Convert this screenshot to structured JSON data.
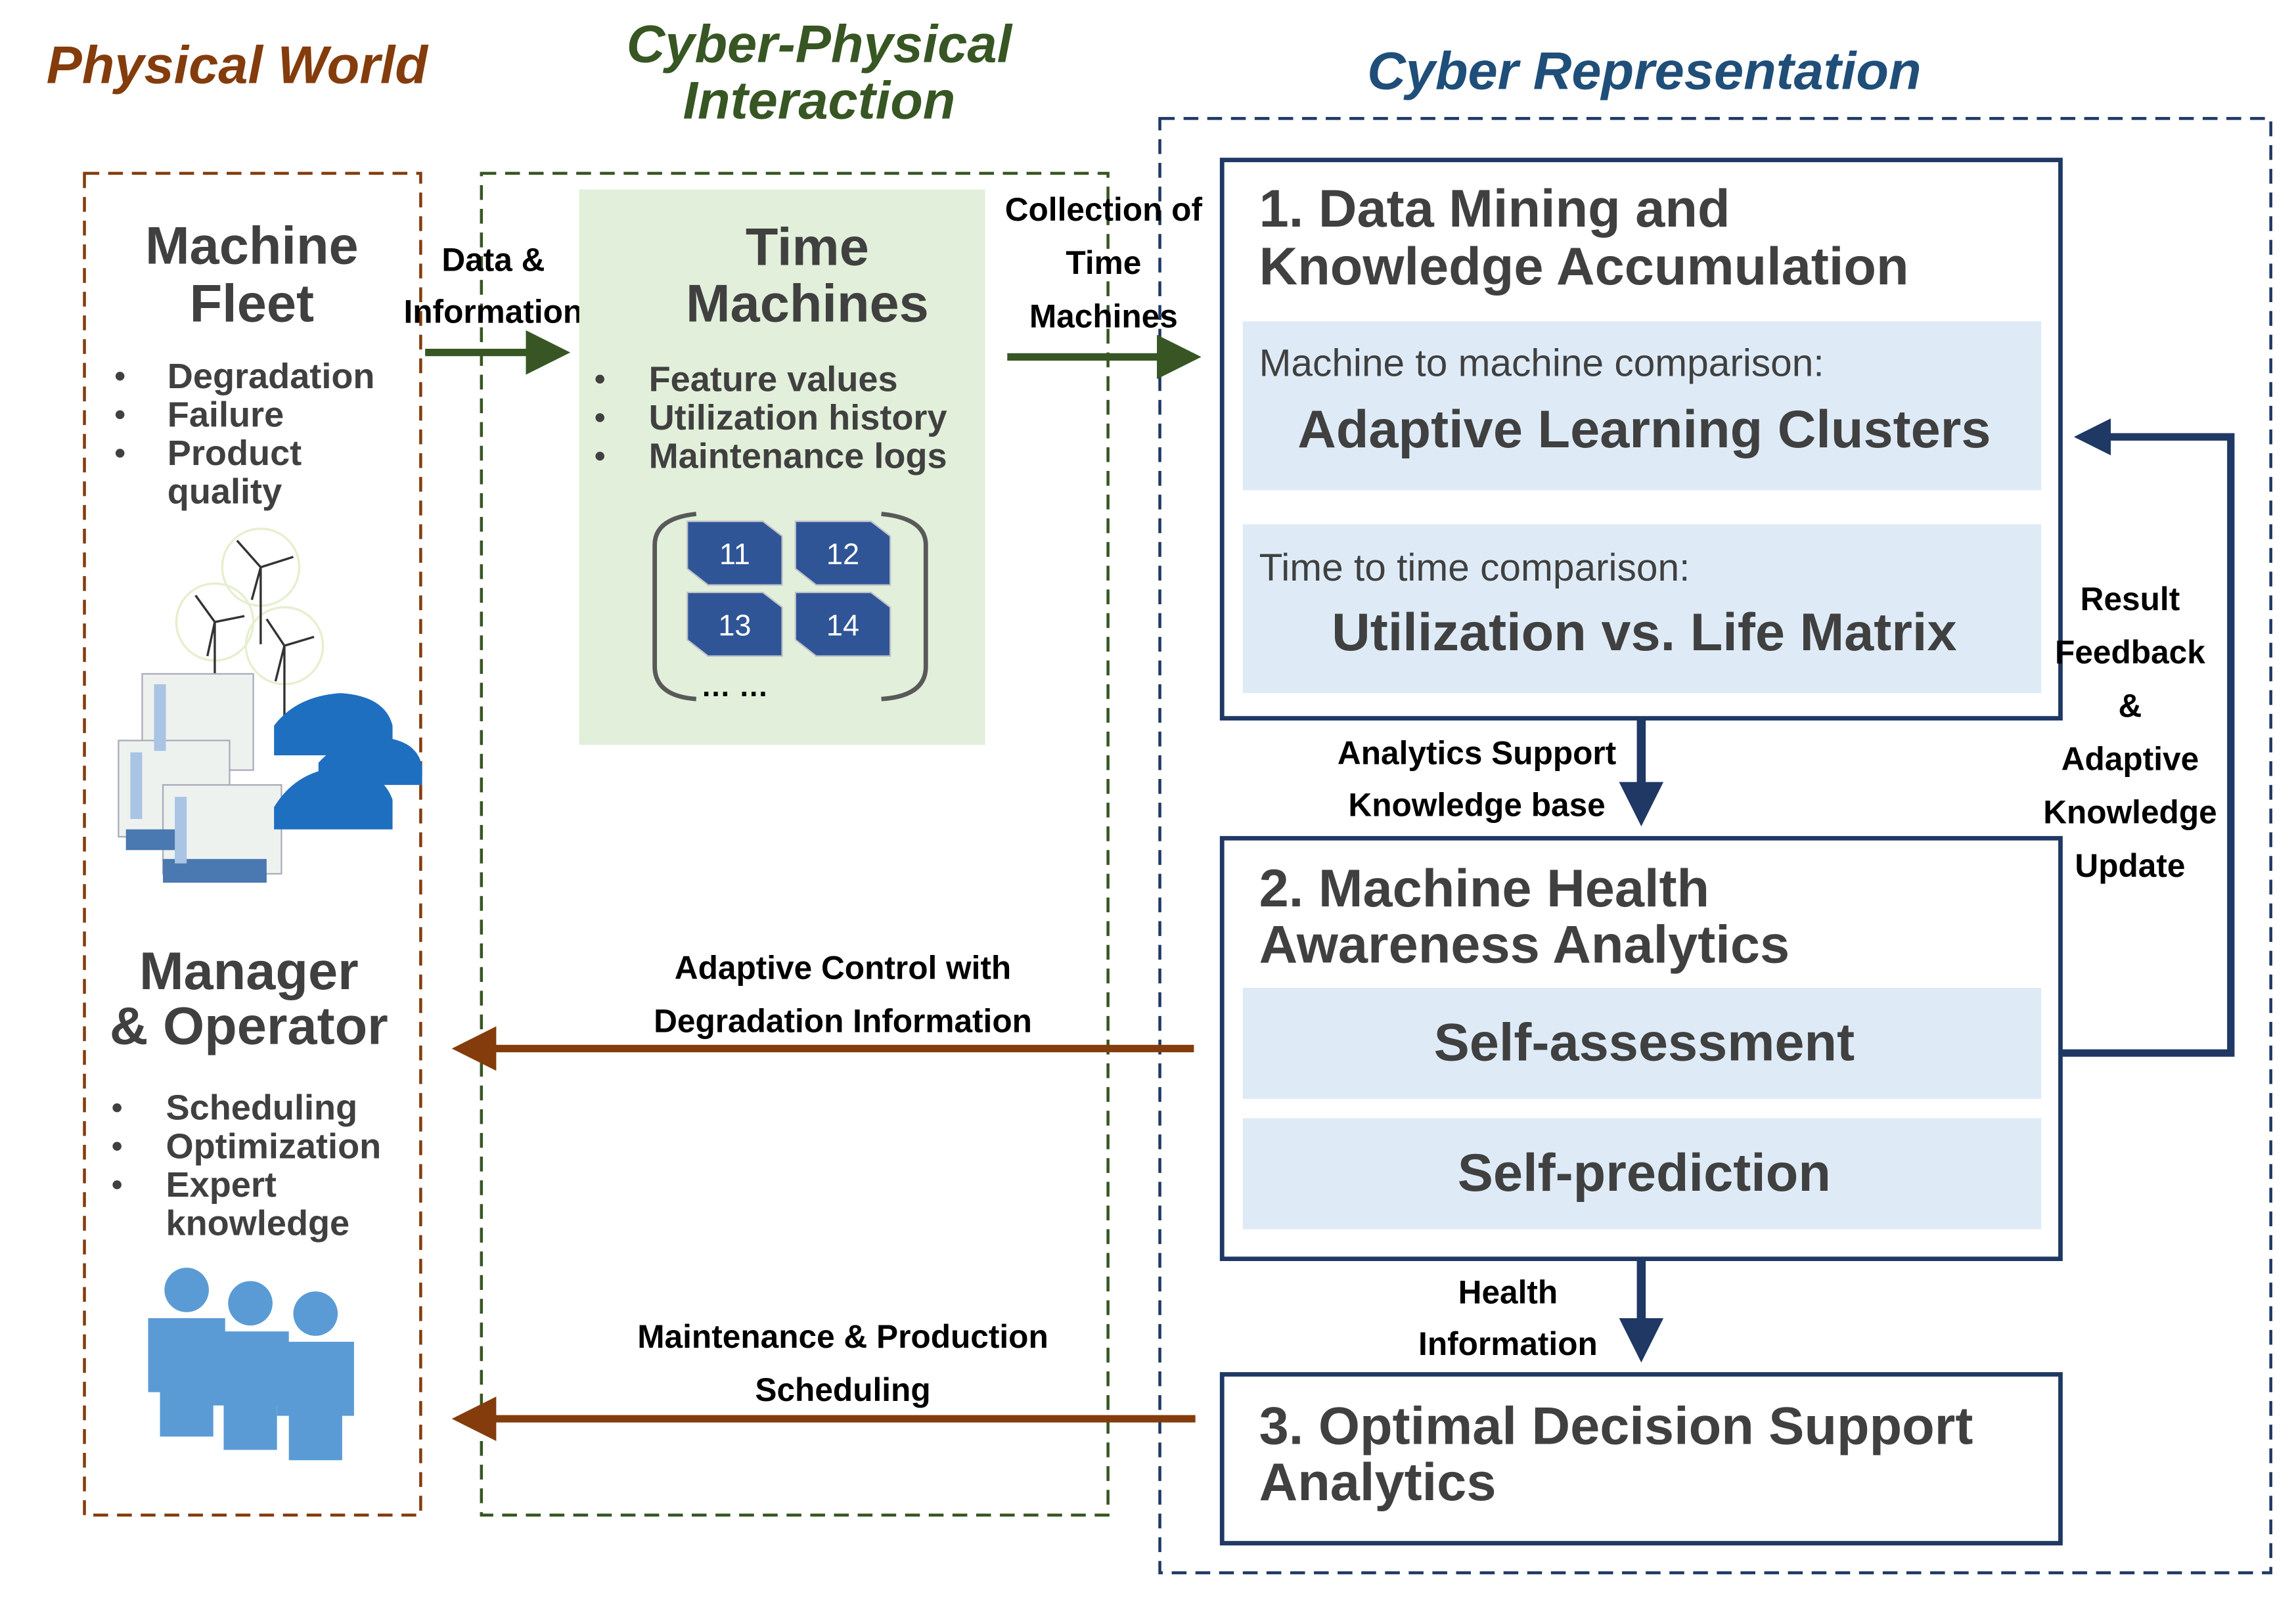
{
  "colors": {
    "physical": "#843c0c",
    "cyber_physical": "#375623",
    "cyber": "#1f4e79",
    "box_border": "#1f3864",
    "sub_fill": "#deebf7",
    "panel_fill": "#e2efda",
    "tile_fill": "#2f5597"
  },
  "sections": {
    "physical_title": "Physical World",
    "cyber_physical_title": [
      "Cyber-Physical",
      "Interaction"
    ],
    "cyber_title": "Cyber Representation"
  },
  "physical": {
    "fleet_title": [
      "Machine",
      "Fleet"
    ],
    "fleet_bullets": [
      "Degradation",
      "Failure",
      "Product",
      "quality"
    ],
    "fleet_image": "machines-windturbines-cars-icon",
    "manager_title": [
      "Manager",
      "& Operator"
    ],
    "manager_bullets": [
      "Scheduling",
      "Optimization",
      "Expert",
      "knowledge"
    ],
    "manager_image": "people-group-icon"
  },
  "interaction": {
    "data_label": [
      "Data &",
      "Information"
    ],
    "time_machines_title": [
      "Time",
      "Machines"
    ],
    "time_machines_bullets": [
      "Feature values",
      "Utilization history",
      "Maintenance logs"
    ],
    "tiles": [
      "11",
      "12",
      "13",
      "14"
    ],
    "ellipsis": "… …",
    "collection_label": [
      "Collection of",
      "Time",
      "Machines"
    ],
    "adaptive_control_label": [
      "Adaptive Control with",
      "Degradation Information"
    ],
    "maintenance_label": [
      "Maintenance & Production",
      "Scheduling"
    ]
  },
  "cyber": {
    "box1": {
      "title": [
        "1. Data Mining and",
        "Knowledge Accumulation"
      ],
      "m2m_label": "Machine to machine comparison:",
      "m2m_value": "Adaptive Learning Clusters",
      "t2t_label": "Time to time comparison:",
      "t2t_value": "Utilization vs. Life Matrix"
    },
    "analytics_label": [
      "Analytics Support",
      "Knowledge base"
    ],
    "box2": {
      "title": [
        "2. Machine Health",
        "Awareness Analytics"
      ],
      "items": [
        "Self-assessment",
        "Self-prediction"
      ]
    },
    "health_label": [
      "Health",
      "Information"
    ],
    "box3": {
      "title": [
        "3. Optimal Decision Support",
        "Analytics"
      ]
    },
    "feedback_label": [
      "Result",
      "Feedback",
      "&",
      "Adaptive",
      "Knowledge",
      "Update"
    ]
  }
}
